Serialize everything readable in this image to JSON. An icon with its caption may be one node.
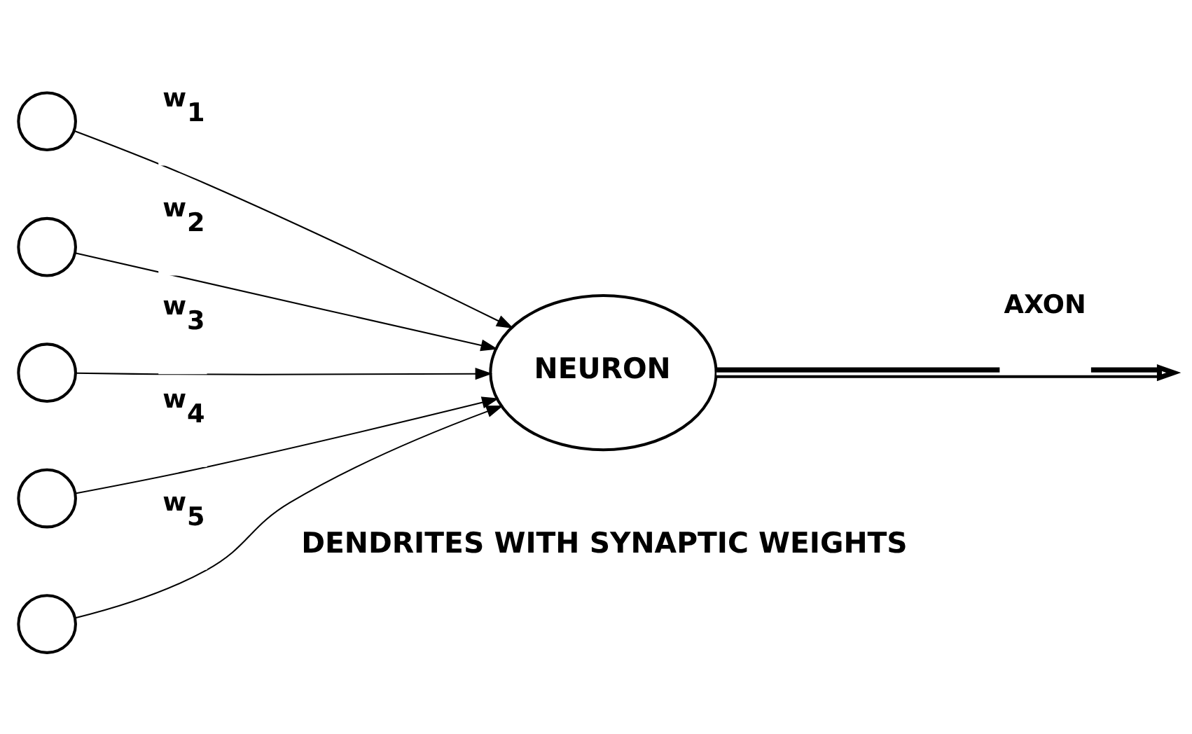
{
  "diagram": {
    "nodes": [
      {
        "text": [],
        "shape": "circle"
      },
      {
        "text": [],
        "shape": "circle"
      },
      {
        "text": [],
        "shape": "circle"
      },
      {
        "text": [],
        "shape": "circle"
      },
      {
        "text": [],
        "shape": "circle"
      },
      {
        "text": [
          "NEURON"
        ]
      }
    ],
    "edges": [
      {
        "from": 0,
        "to": 5,
        "arrow": "to",
        "label": "w$_{1}$"
      },
      {
        "from": 1,
        "to": 5,
        "arrow": "to",
        "label": "w$_{2}$"
      },
      {
        "from": 2,
        "to": 5,
        "arrow": "to",
        "label": "w$_{3}$"
      },
      {
        "from": 3,
        "to": 5,
        "arrow": "to",
        "label": "w$_{4}$"
      },
      {
        "from": 4,
        "to": 5,
        "arrow": "to",
        "label": "w$_{5}$"
      },
      {
        "from": 5,
        "to": null,
        "arrow": "to",
        "label": "AXON",
        "style": "thick"
      }
    ],
    "labels": [
      "DENDRITES WITH SYNAPTIC WEIGHTS"
    ]
  }
}
